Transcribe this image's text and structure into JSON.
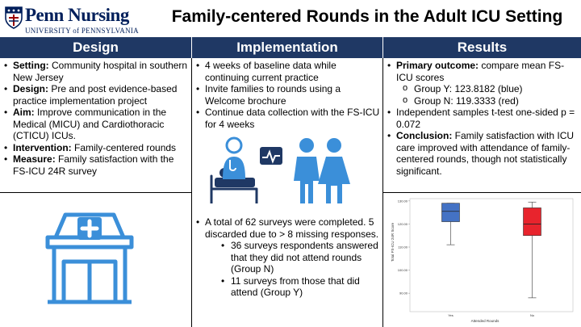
{
  "header": {
    "logo_text": "Penn Nursing",
    "logo_subtext": "UNIVERSITY of PENNSYLVANIA",
    "title": "Family-centered Rounds in the Adult ICU Setting"
  },
  "columns": {
    "design": "Design",
    "implementation": "Implementation",
    "results": "Results"
  },
  "design_items": [
    {
      "label": "Setting:",
      "text": " Community hospital in southern New Jersey"
    },
    {
      "label": "Design:",
      "text": " Pre and post evidence-based practice implementation project"
    },
    {
      "label": "Aim:",
      "text": " Improve communication in the Medical (MICU) and Cardiothoracic (CTICU) ICUs."
    },
    {
      "label": "Intervention:",
      "text": " Family-centered rounds"
    },
    {
      "label": "Measure:",
      "text": " Family satisfaction with the FS-ICU 24R survey"
    }
  ],
  "implementation_items": [
    "4 weeks of baseline data while continuing current practice",
    "Invite families to rounds using a Welcome brochure",
    "Continue data collection with the FS-ICU for 4 weeks"
  ],
  "implementation_surveys": {
    "main": "A total of 62 surveys were completed. 5 discarded due to > 8 missing responses.",
    "sub": [
      "36 surveys respondents answered that they did not attend rounds (Group N)",
      "11 surveys from those that did attend (Group Y)"
    ]
  },
  "results": {
    "primary_label": "Primary outcome:",
    "primary_text": " compare mean FS-ICU scores",
    "groups": [
      "Group Y: 123.8182 (blue)",
      "Group N: 119.3333 (red)"
    ],
    "ttest": "Independent samples t-test one-sided p = 0.072",
    "conclusion_label": "Conclusion:",
    "conclusion_text": " Family satisfaction with ICU care improved with attendance of family-centered rounds, though not statistically significant."
  },
  "chart_data": {
    "type": "box",
    "xlabel": "Attended Rounds",
    "ylabel": "Total FS-ICU 24R Score",
    "ylim": [
      82,
      131
    ],
    "yticks": [
      "130.00",
      "120.00",
      "110.00",
      "100.00",
      "90.00"
    ],
    "categories": [
      "Yes",
      "No"
    ],
    "boxes": [
      {
        "category": "Yes",
        "min": 111,
        "q1": 121,
        "median": 125.5,
        "q3": 129,
        "max": 129,
        "color": "#4472C4"
      },
      {
        "category": "No",
        "min": 88,
        "q1": 115,
        "median": 120,
        "q3": 127,
        "max": 129.5,
        "color": "#E8242D"
      }
    ]
  },
  "colors": {
    "header_bar": "#1F3864",
    "penn_blue": "#011F5B",
    "icon_blue": "#3B8FD9"
  }
}
